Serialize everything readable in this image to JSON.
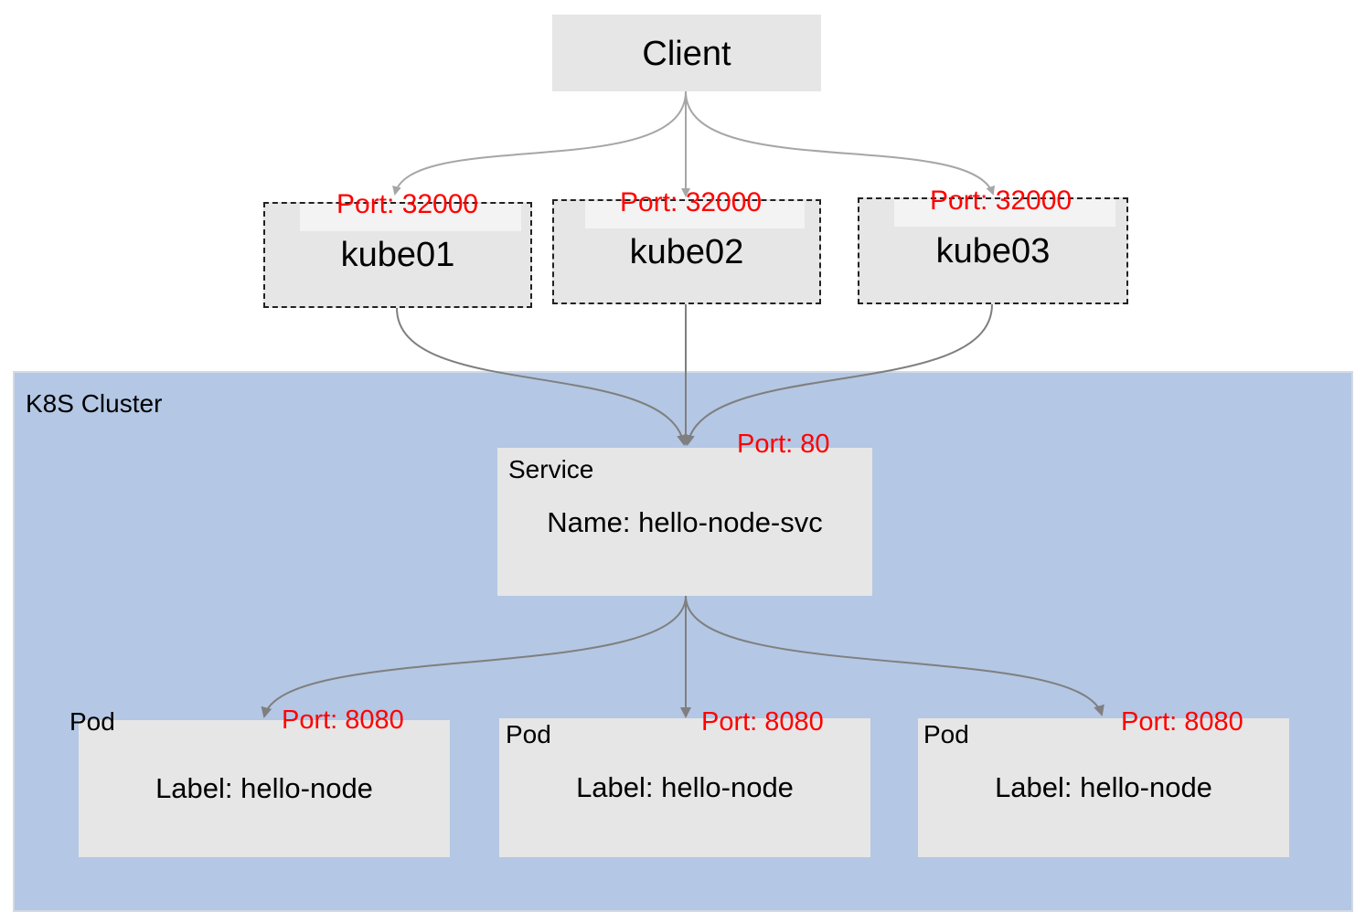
{
  "client": {
    "label": "Client"
  },
  "nodes": [
    {
      "name": "kube01",
      "port": "Port: 32000"
    },
    {
      "name": "kube02",
      "port": "Port: 32000"
    },
    {
      "name": "kube03",
      "port": "Port: 32000"
    }
  ],
  "cluster": {
    "label": "K8S Cluster"
  },
  "service": {
    "type_label": "Service",
    "name": "Name: hello-node-svc",
    "port": "Port: 80"
  },
  "pods": [
    {
      "type_label": "Pod",
      "label": "Label: hello-node",
      "port": "Port: 8080"
    },
    {
      "type_label": "Pod",
      "label": "Label: hello-node",
      "port": "Port: 8080"
    },
    {
      "type_label": "Pod",
      "label": "Label: hello-node",
      "port": "Port: 8080"
    }
  ],
  "colors": {
    "port_text": "#ff0000",
    "cluster_bg": "#b4c7e4",
    "box_bg": "#e6e6e6",
    "arrow_light": "#a6a6a6",
    "arrow_dark": "#7f7f7f"
  }
}
